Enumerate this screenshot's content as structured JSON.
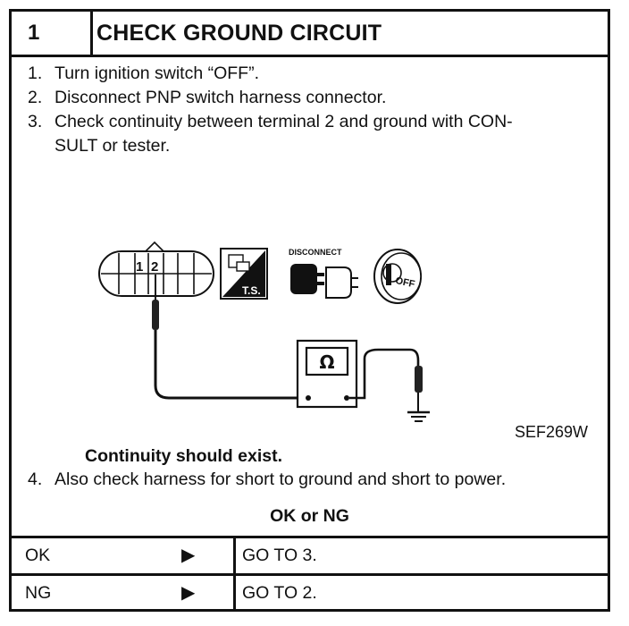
{
  "header": {
    "step_number": "1",
    "title": "CHECK GROUND CIRCUIT"
  },
  "steps": [
    {
      "num": "1.",
      "text": "Turn ignition switch “OFF”."
    },
    {
      "num": "2.",
      "text": "Disconnect PNP switch harness connector."
    },
    {
      "num": "3.",
      "text": "Check continuity between terminal 2 and ground with CON-"
    },
    {
      "num": "",
      "text": "SULT or tester."
    }
  ],
  "diagram": {
    "terminal_labels": [
      "1",
      "2"
    ],
    "ts_label": "T.S.",
    "disconnect_label": "DISCONNECT",
    "ignition_label": "OFF",
    "meter_symbol": "Ω",
    "figure_id": "SEF269W"
  },
  "note": "Continuity should exist.",
  "step4": {
    "num": "4.",
    "text": "Also check harness for short to ground and short to power."
  },
  "result_prompt": "OK or NG",
  "results": [
    {
      "label": "OK",
      "arrow": "▶",
      "action": "GO TO 3."
    },
    {
      "label": "NG",
      "arrow": "▶",
      "action": "GO TO 2."
    }
  ]
}
